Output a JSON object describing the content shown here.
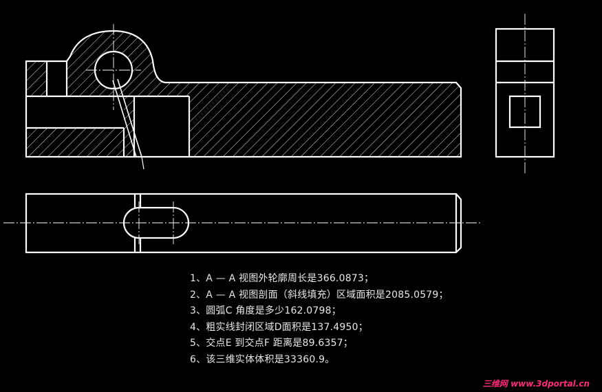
{
  "notes": [
    "1、A — A 视图外轮廓周长是366.0873；",
    "2、A — A 视图剖面（斜线填充）区域面积是2085.0579；",
    "3、圆弧C 角度是多少162.0798；",
    "4、粗实线封闭区域D面积是137.4950；",
    "5、交点E 到交点F 距离是89.6357；",
    "6、该三维实体体积是33360.9。"
  ],
  "watermark": {
    "cn": "三维网",
    "url": "www.3dportal.cn"
  },
  "colors": {
    "background": "#000000",
    "lines": "#ffffff",
    "watermark": "#ff2a7a"
  }
}
